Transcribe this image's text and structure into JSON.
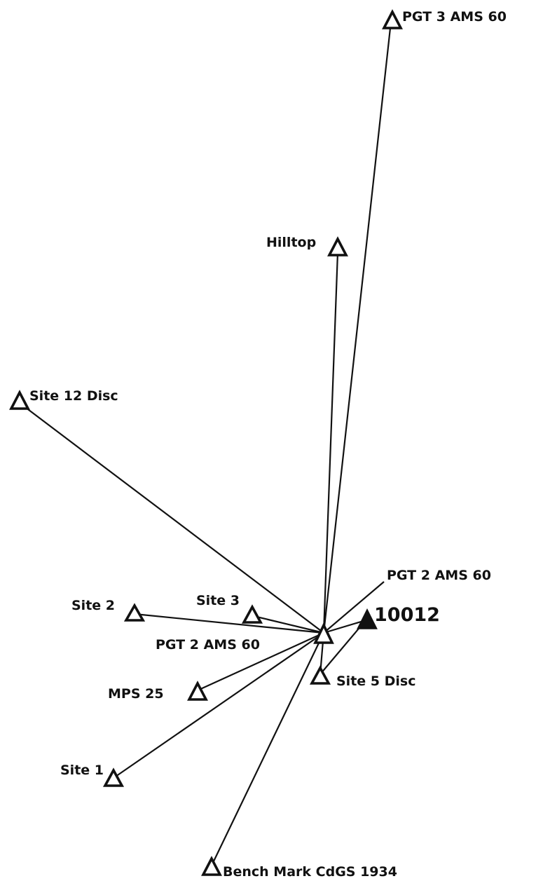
{
  "stations": {
    "pgt3_ams60": "PGT 3 AMS 60",
    "hilltop": "Hilltop",
    "site12_disc": "Site 12 Disc",
    "pgt2_ams60_upper": "PGT 2 AMS 60",
    "site3": "Site 3",
    "site2": "Site 2",
    "id_10012": "10012",
    "pgt2_ams60_center": "PGT 2 AMS 60",
    "site5_disc": "Site 5 Disc",
    "mps25": "MPS 25",
    "site1": "Site 1",
    "bench_mark": "Bench Mark CdGS 1934"
  }
}
